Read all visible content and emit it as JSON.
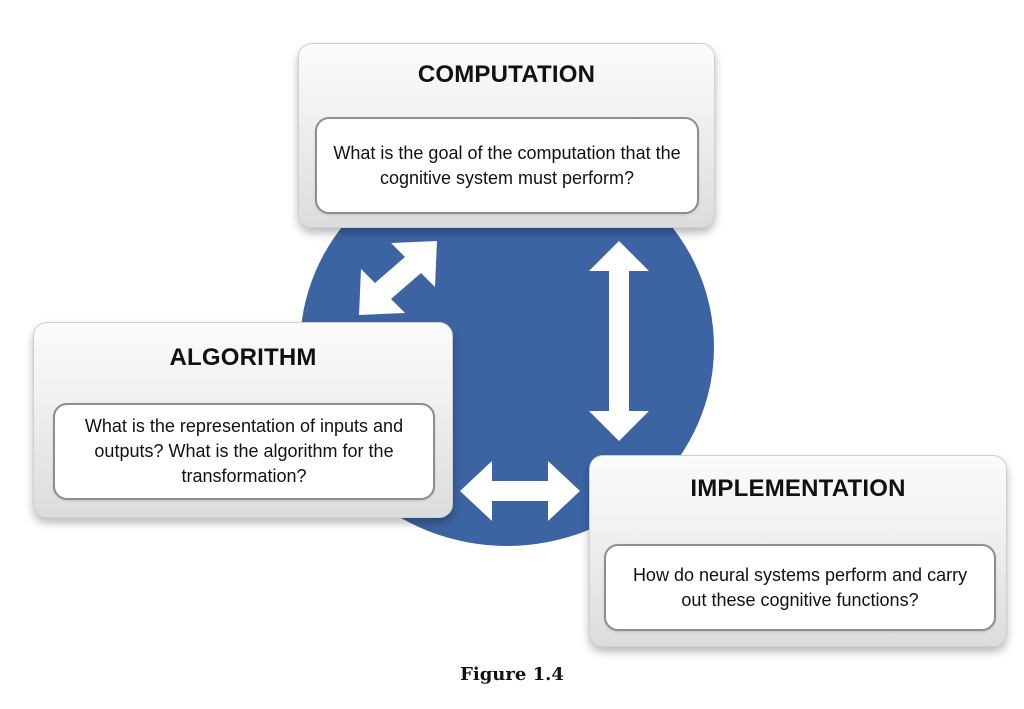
{
  "panels": {
    "computation": {
      "title": "COMPUTATION",
      "question": "What is the goal of the computation that the cognitive system must perform?"
    },
    "algorithm": {
      "title": "ALGORITHM",
      "question": "What is the representation of inputs and outputs? What is the algorithm for the transformation?"
    },
    "implementation": {
      "title": "IMPLEMENTATION",
      "question": "How do neural systems perform and carry out these cognitive functions?"
    }
  },
  "caption": "Figure 1.4",
  "colors": {
    "circle": "#3c64a3",
    "arrow": "#ffffff"
  }
}
